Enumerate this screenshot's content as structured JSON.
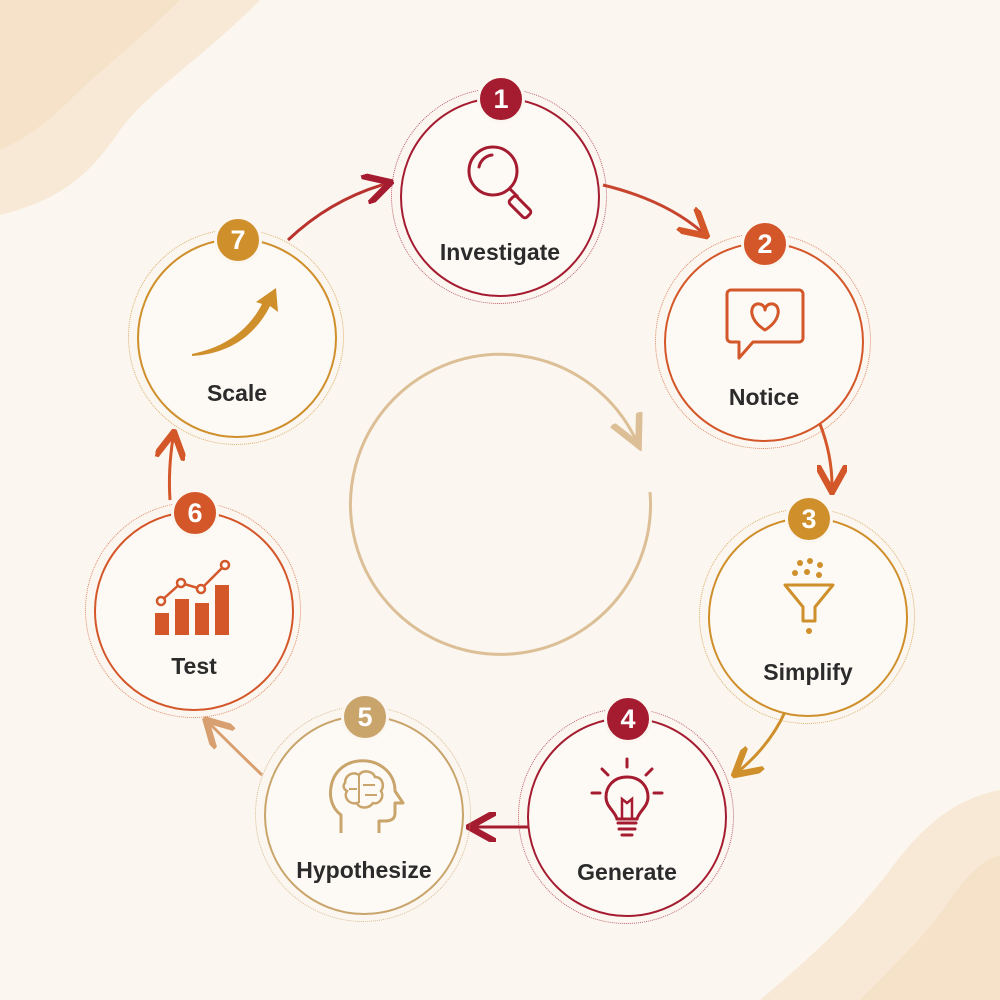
{
  "colors": {
    "crimson": "#a51c30",
    "orange": "#d4572a",
    "gold": "#cf8f2b",
    "tan": "#c9a46b",
    "center_arrow": "#dcbf96"
  },
  "steps": [
    {
      "number": "1",
      "label": "Investigate",
      "icon": "magnifier-icon",
      "color": "#a51c30"
    },
    {
      "number": "2",
      "label": "Notice",
      "icon": "heart-speech-bubble-icon",
      "color": "#d4572a"
    },
    {
      "number": "3",
      "label": "Simplify",
      "icon": "funnel-icon",
      "color": "#cf8f2b"
    },
    {
      "number": "4",
      "label": "Generate",
      "icon": "lightbulb-icon",
      "color": "#a51c30"
    },
    {
      "number": "5",
      "label": "Hypothesize",
      "icon": "brain-head-icon",
      "color": "#c9a46b"
    },
    {
      "number": "6",
      "label": "Test",
      "icon": "bar-chart-icon",
      "color": "#d4572a"
    },
    {
      "number": "7",
      "label": "Scale",
      "icon": "growth-arrow-icon",
      "color": "#cf8f2b"
    }
  ]
}
